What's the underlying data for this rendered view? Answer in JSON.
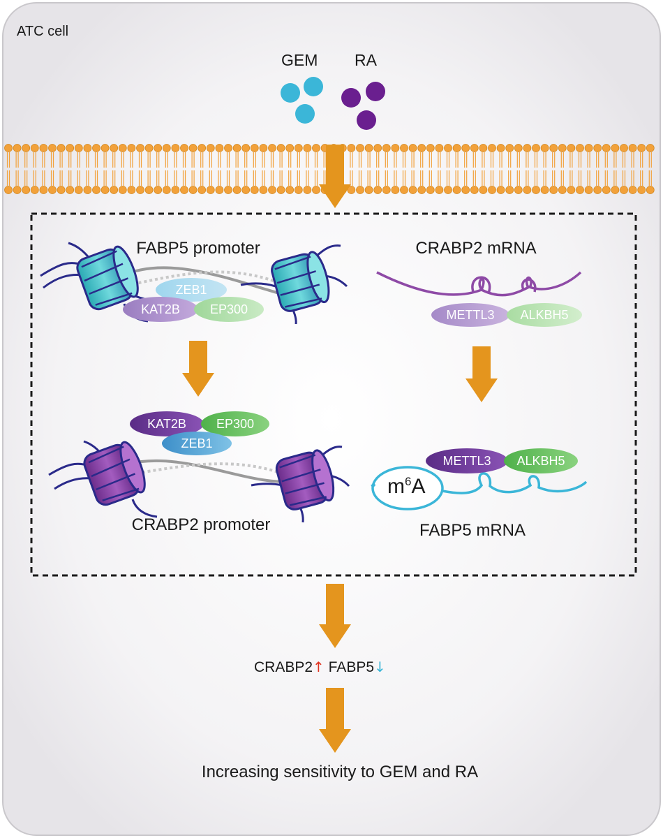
{
  "cell_label": "ATC cell",
  "drugs": {
    "gem": "GEM",
    "ra": "RA"
  },
  "top_left": {
    "title": "FABP5 promoter",
    "proteins": {
      "zeb1": "ZEB1",
      "kat2b": "KAT2B",
      "ep300": "EP300"
    }
  },
  "top_right": {
    "title": "CRABP2 mRNA",
    "proteins": {
      "mettl3": "METTL3",
      "alkbh5": "ALKBH5"
    }
  },
  "bottom_left": {
    "title": "CRABP2 promoter",
    "proteins": {
      "kat2b": "KAT2B",
      "ep300": "EP300",
      "zeb1": "ZEB1"
    }
  },
  "bottom_right": {
    "title": "FABP5 mRNA",
    "proteins": {
      "mettl3": "METTL3",
      "alkbh5": "ALKBH5"
    },
    "modification": {
      "base": "m",
      "superscript": "6",
      "suffix": "A"
    }
  },
  "result": {
    "crabp2": "CRABP2",
    "fabp5": "FABP5"
  },
  "outcome": "Increasing sensitivity to GEM and RA",
  "colors": {
    "gem": "#3bb6d8",
    "ra": "#6a1f8f",
    "arrow": "#e4951e",
    "membrane": "#f2a13a",
    "up_arrow": "#e0321f",
    "down_arrow": "#3bb6d8",
    "nucleosome_top": "#4ec9cf",
    "nucleosome_bottom": "#8e4aa6"
  }
}
